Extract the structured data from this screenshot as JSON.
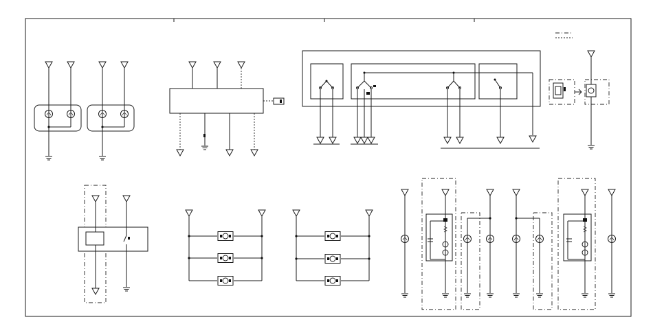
{
  "diagram": {
    "kind": "wiring-schematic",
    "colors": {
      "line": "#1a1a1a",
      "background": "#ffffff",
      "frame": "#333333"
    },
    "symbols": [
      "power-terminal",
      "ground",
      "junction",
      "lamp",
      "motor",
      "switch",
      "relay",
      "connector"
    ],
    "sections": [
      "lamp-pairs-top-left",
      "control-module-top-center",
      "switch-assembly-top-right",
      "connector-detail-right",
      "relay-bottom-left",
      "motor-bank-left",
      "motor-bank-right",
      "lamp-groups-bottom-right"
    ]
  }
}
